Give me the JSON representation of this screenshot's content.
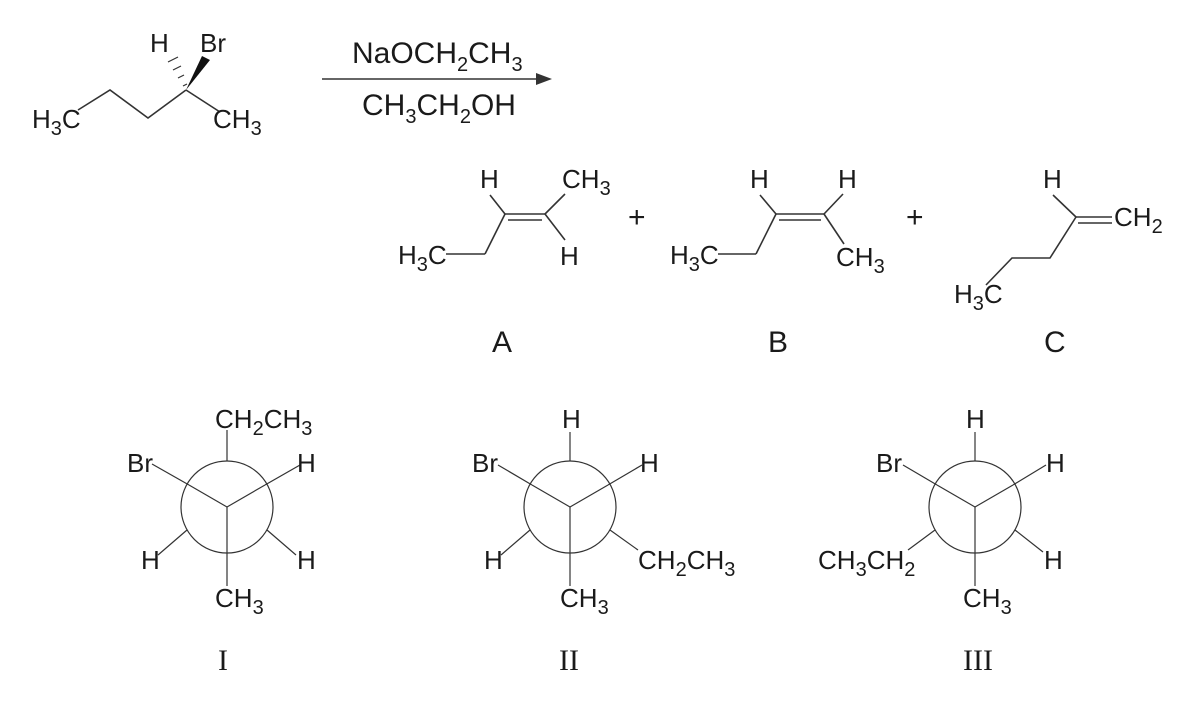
{
  "reaction": {
    "reactant": {
      "h": "H",
      "br": "Br",
      "ch3": "CH",
      "h3c": "H",
      "sub3": "3",
      "c": "C"
    },
    "reagent_top": {
      "a": "NaOCH",
      "b": "CH",
      "sub2": "2",
      "sub3": "3"
    },
    "reagent_bottom": {
      "a": "CH",
      "b": "CH",
      "c": "OH",
      "sub3": "3",
      "sub2": "2"
    },
    "plus": "+"
  },
  "products": {
    "A": {
      "label": "A"
    },
    "B": {
      "label": "B"
    },
    "C": {
      "label": "C"
    }
  },
  "newman": {
    "I": {
      "label": "I"
    },
    "II": {
      "label": "II"
    },
    "III": {
      "label": "III"
    }
  },
  "atoms": {
    "H": "H",
    "Br": "Br",
    "CH": "CH",
    "C": "C",
    "sub2": "2",
    "sub3": "3"
  }
}
